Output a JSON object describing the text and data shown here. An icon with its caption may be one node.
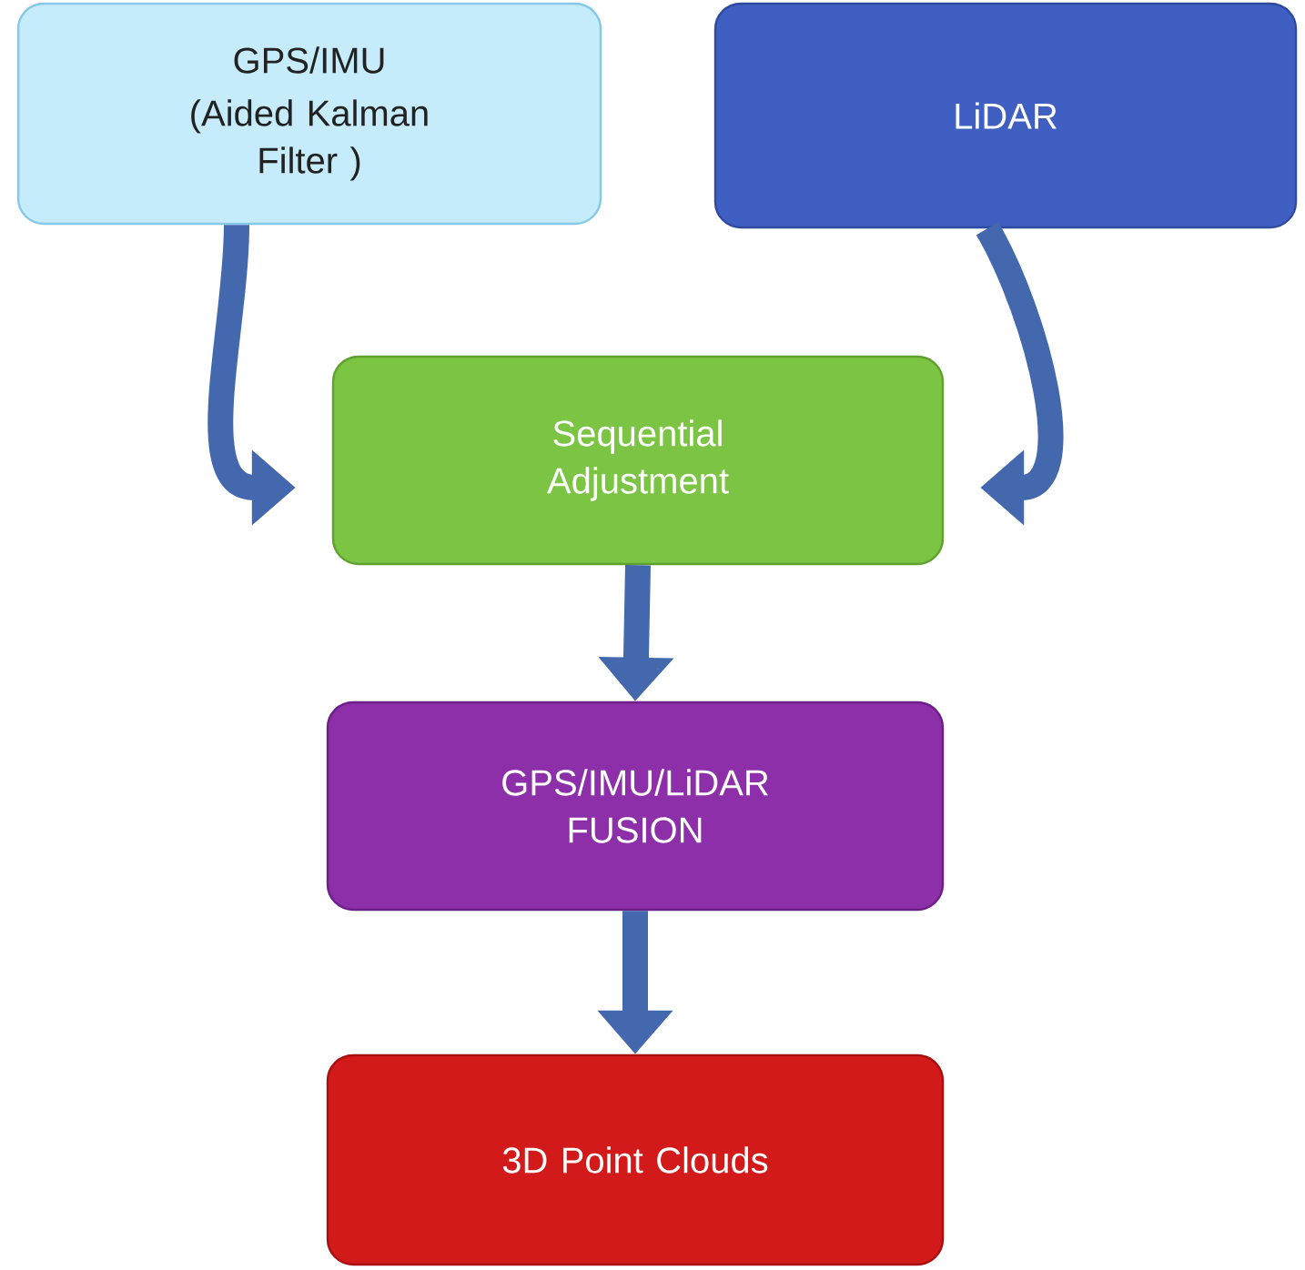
{
  "diagram": {
    "nodes": [
      {
        "text": [
          "GPS/IMU",
          "(Aided Kalman Filter )"
        ]
      },
      {
        "text": [
          "LiDAR"
        ]
      },
      {
        "text": [
          "Sequential Adjustment"
        ]
      },
      {
        "text": [
          "GPS/IMU/LiDAR FUSION"
        ]
      },
      {
        "text": [
          "3D Point Clouds"
        ]
      }
    ],
    "edges": [
      {
        "from": 0,
        "to": 2,
        "arrow": "to"
      },
      {
        "from": 1,
        "to": 2,
        "arrow": "to"
      },
      {
        "from": 2,
        "to": 3,
        "arrow": "to"
      },
      {
        "from": 3,
        "to": 4,
        "arrow": "to"
      }
    ]
  }
}
